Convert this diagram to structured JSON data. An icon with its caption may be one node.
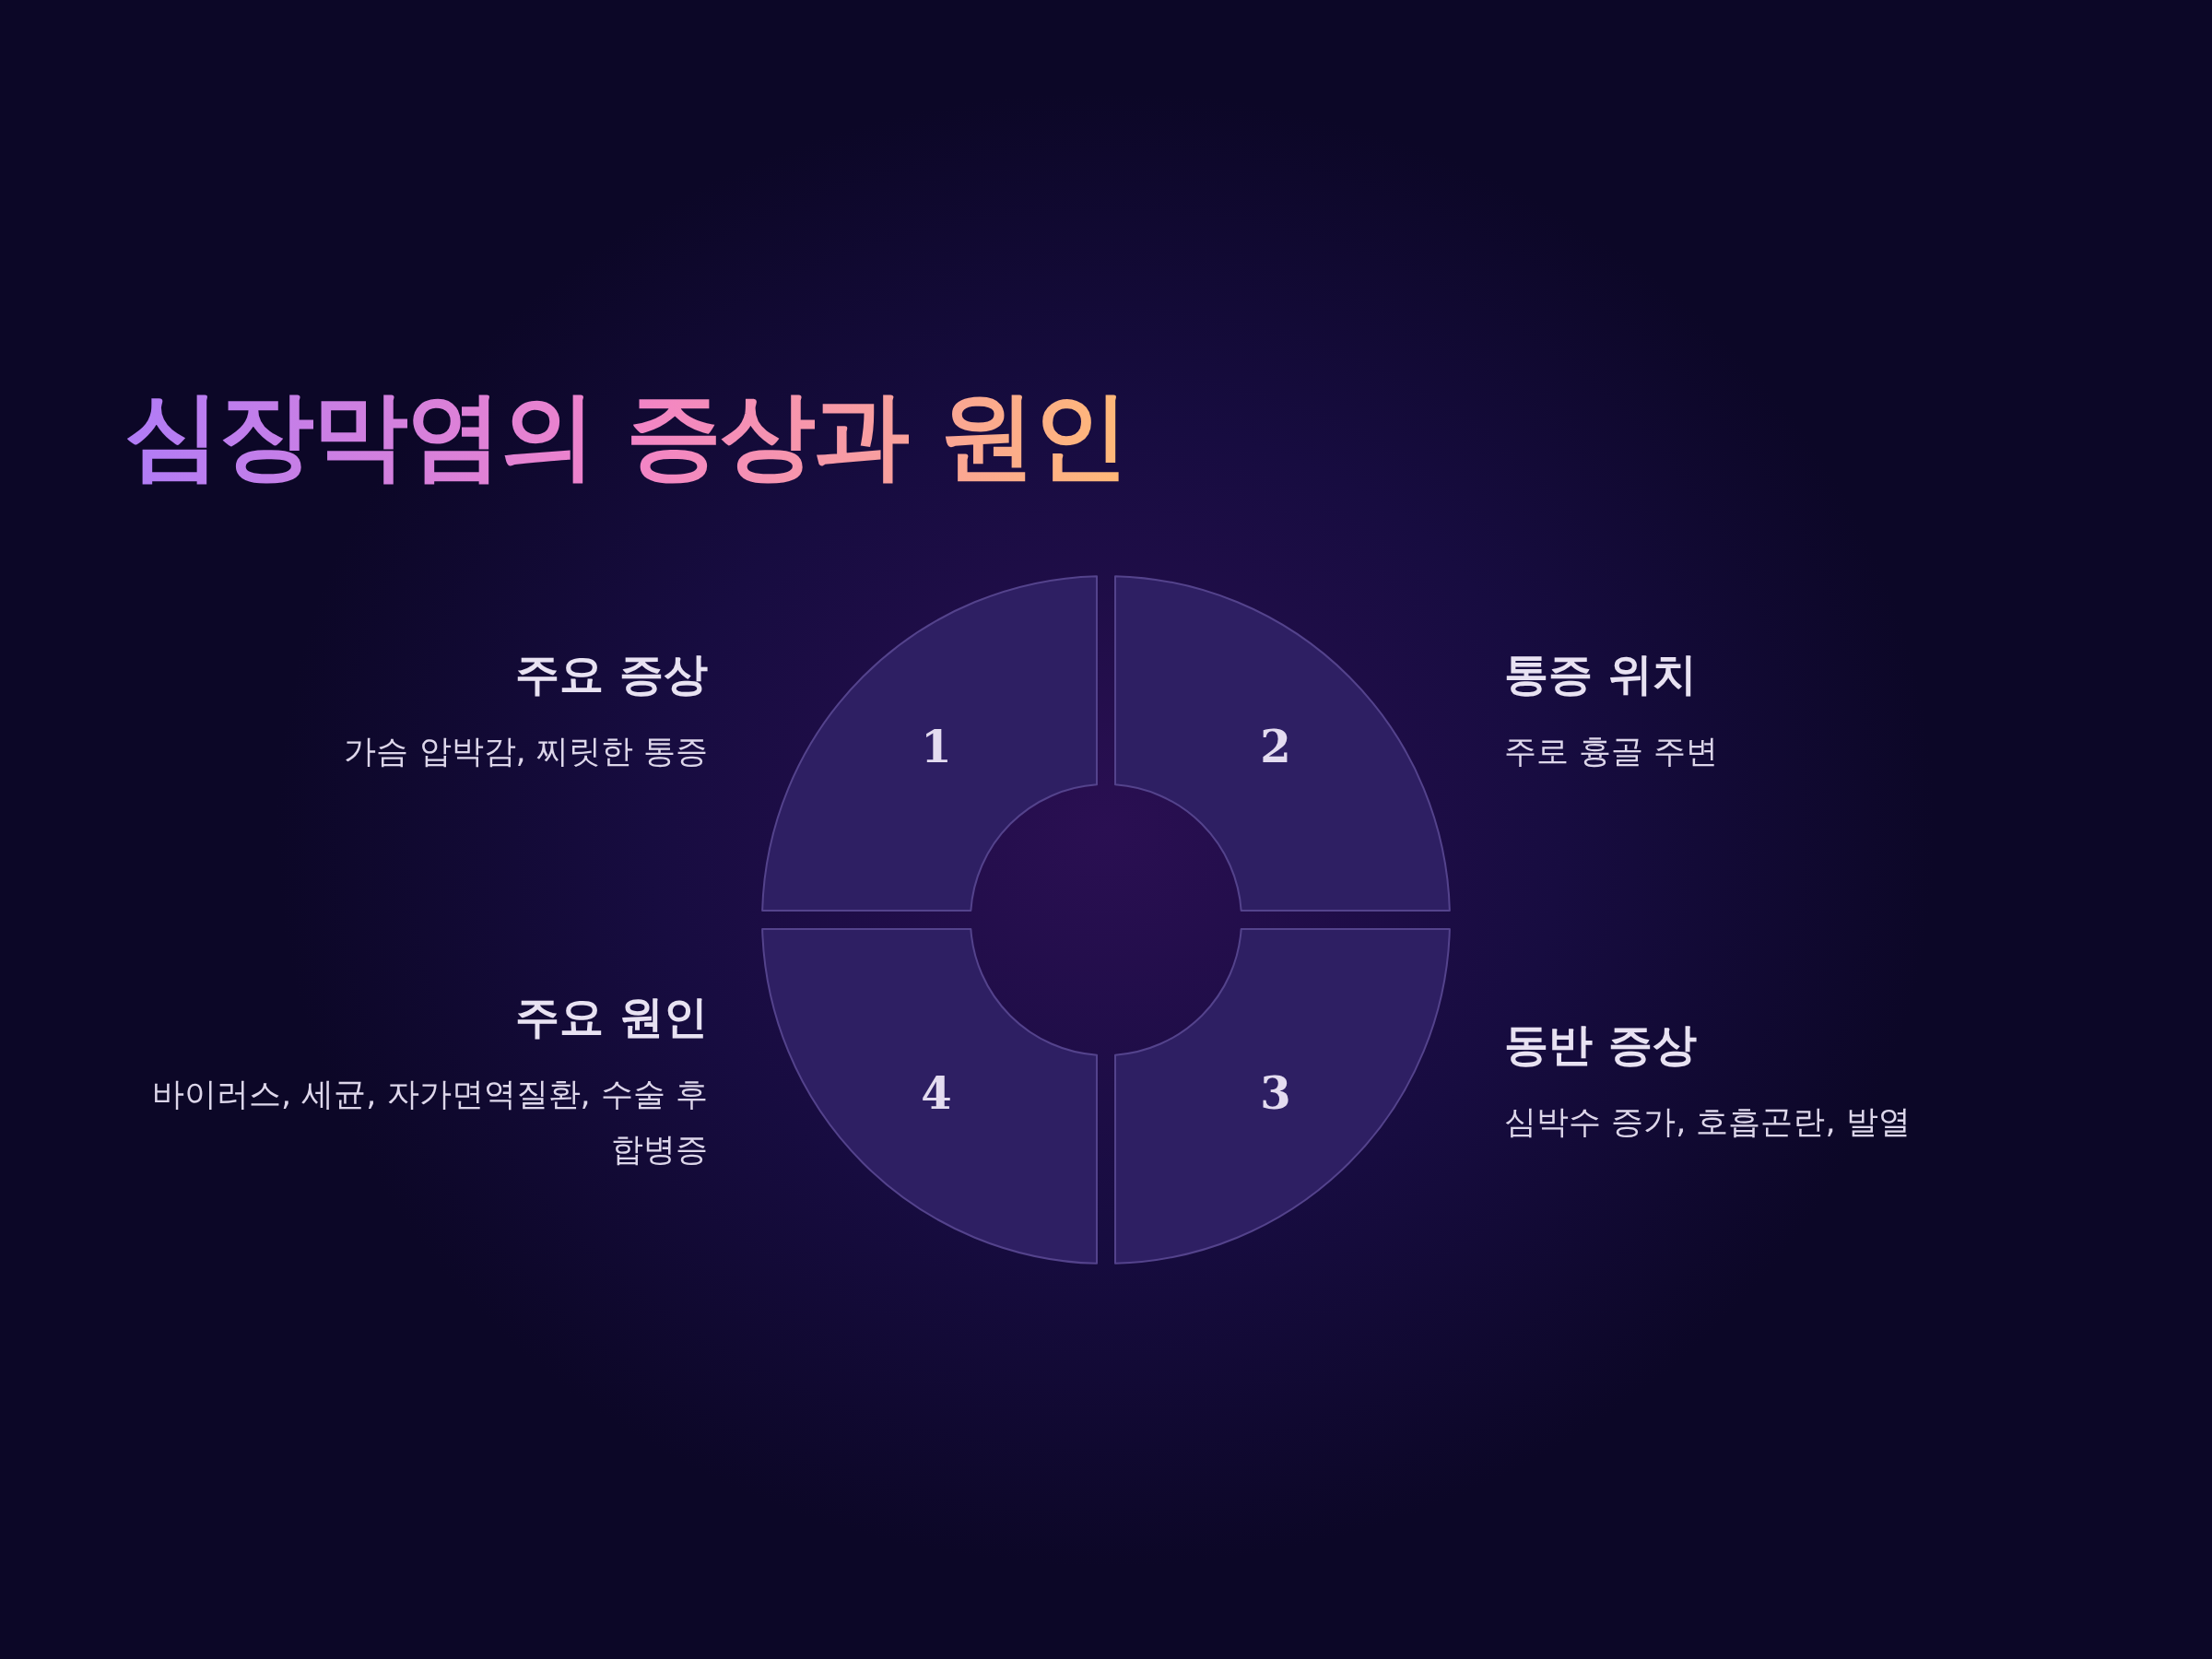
{
  "diagram": {
    "title": "심장막염의 증상과 원인",
    "nodes": [
      {
        "text": [
          "1"
        ],
        "beside": [
          "주요 증상",
          "가슴 압박감, 찌릿한 통증"
        ]
      },
      {
        "text": [
          "2"
        ],
        "beside": [
          "통증 위치",
          "주로 흉골 주변"
        ]
      },
      {
        "text": [
          "4"
        ],
        "beside": [
          "주요 원인",
          "바이러스, 세균, 자가면역질환, 수술 후 합병증"
        ]
      },
      {
        "text": [
          "3"
        ],
        "beside": [
          "동반 증상",
          "심박수 증가, 호흡곤란, 발열"
        ]
      }
    ]
  }
}
